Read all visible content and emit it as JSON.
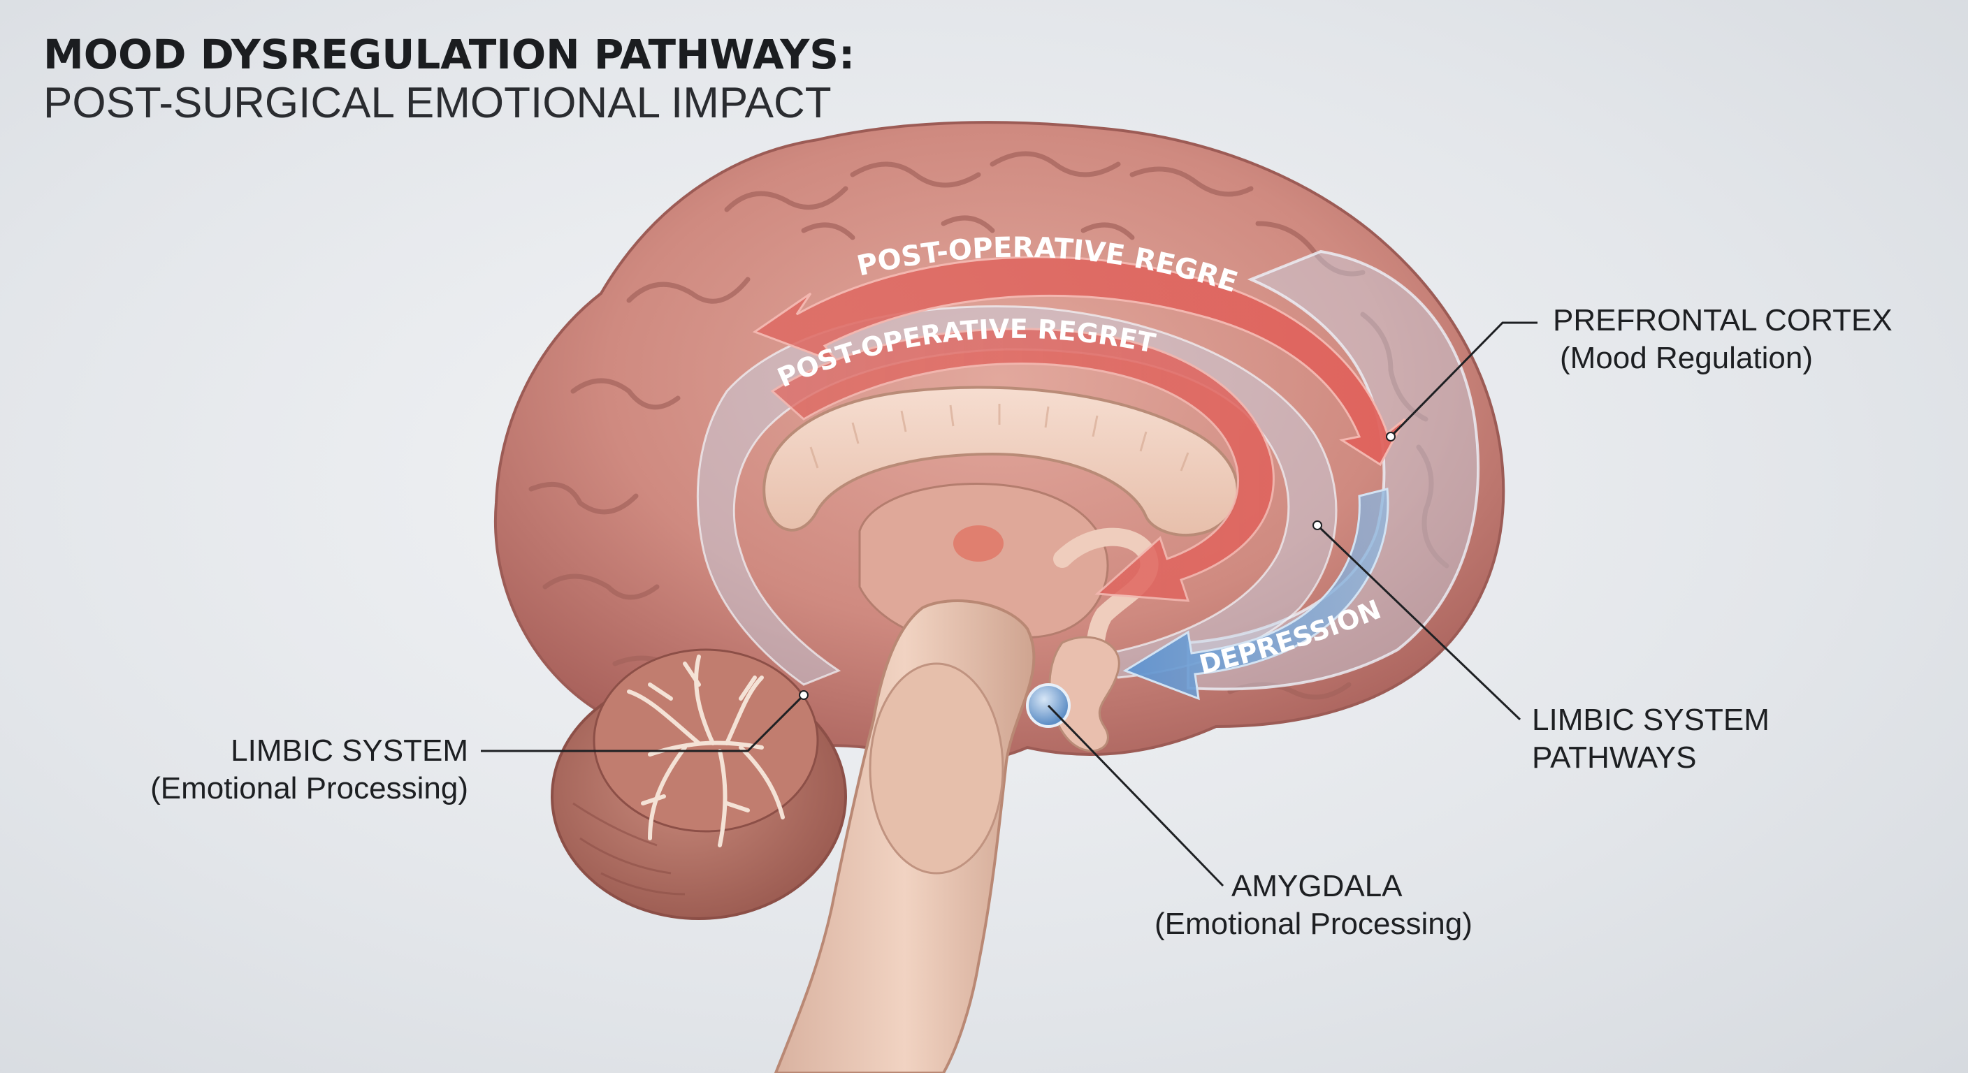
{
  "title": {
    "main": "MOOD DYSREGULATION PATHWAYS:",
    "sub": "POST-SURGICAL EMOTIONAL IMPACT"
  },
  "arrows": {
    "regret_outer": "POST-OPERATIVE REGRET",
    "regret_inner": "POST-OPERATIVE REGRET",
    "depression": "DEPRESSION"
  },
  "labels": {
    "prefrontal": {
      "line1": "PREFRONTAL CORTEX",
      "line2": "(Mood Regulation)"
    },
    "limbic_pathways": {
      "line1": "LIMBIC SYSTEM",
      "line2": "PATHWAYS"
    },
    "amygdala": {
      "line1": "AMYGDALA",
      "line2": "(Emotional Processing)"
    },
    "limbic_system": {
      "line1": "LIMBIC SYSTEM",
      "line2": "(Emotional Processing)"
    }
  },
  "colors": {
    "regret_arrow": "#d9625e",
    "depression_arrow": "#6e9fd0",
    "brain_tissue": "#d9958c",
    "inner_tissue": "#efc9b6",
    "amygdala_node": "#7ea9d8"
  }
}
